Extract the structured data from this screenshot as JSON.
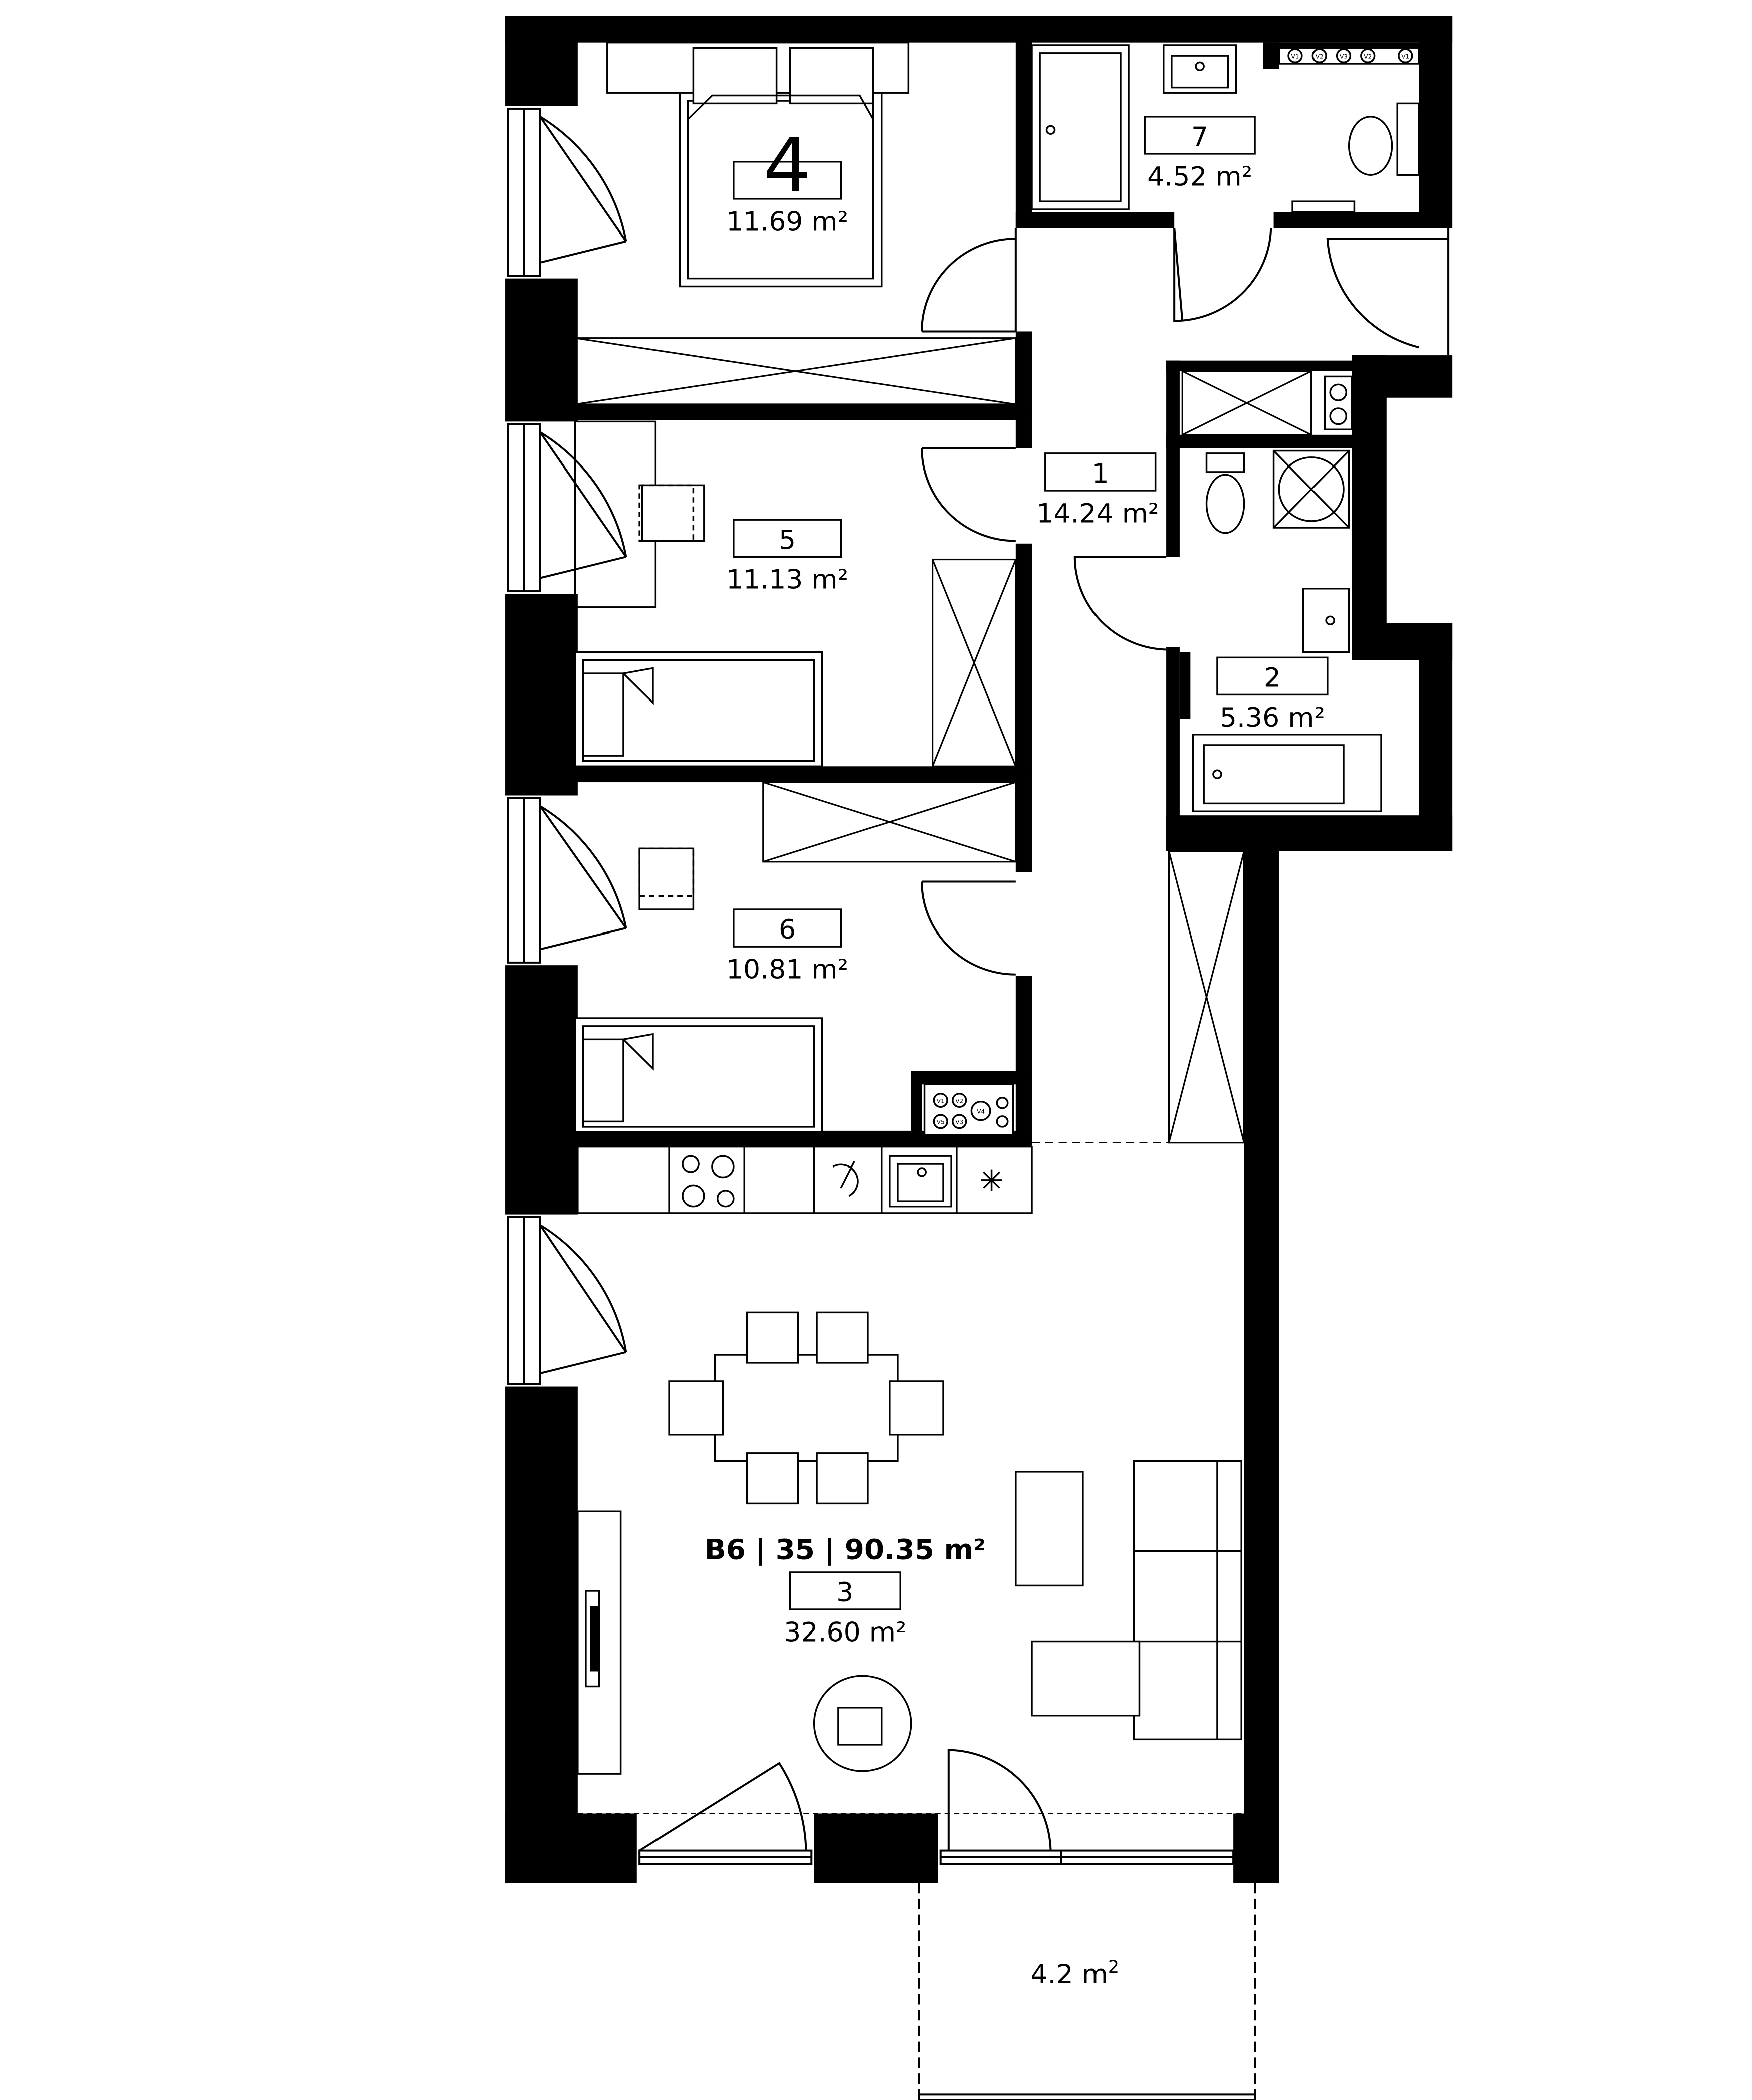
{
  "colors": {
    "wall": "#000000",
    "line": "#000000",
    "background": "#ffffff"
  },
  "apartment": {
    "code": "B6 | 35 | 90.35 m²"
  },
  "rooms": [
    {
      "id": "1",
      "area": "14.24 m²"
    },
    {
      "id": "2",
      "area": "5.36 m²"
    },
    {
      "id": "3",
      "area": "32.60 m²"
    },
    {
      "id": "4",
      "area": "11.69 m²"
    },
    {
      "id": "5",
      "area": "11.13 m²"
    },
    {
      "id": "6",
      "area": "10.81 m²"
    },
    {
      "id": "7",
      "area": "4.52 m²"
    }
  ],
  "balcony": {
    "area": "4.2 m",
    "superscript": "2"
  },
  "meter_labels": {
    "bathroom7": [
      "V1",
      "V2",
      "V3",
      "V2",
      "V1"
    ],
    "bedroom6": [
      "V1",
      "V2",
      "V5",
      "V3",
      "V4"
    ]
  }
}
